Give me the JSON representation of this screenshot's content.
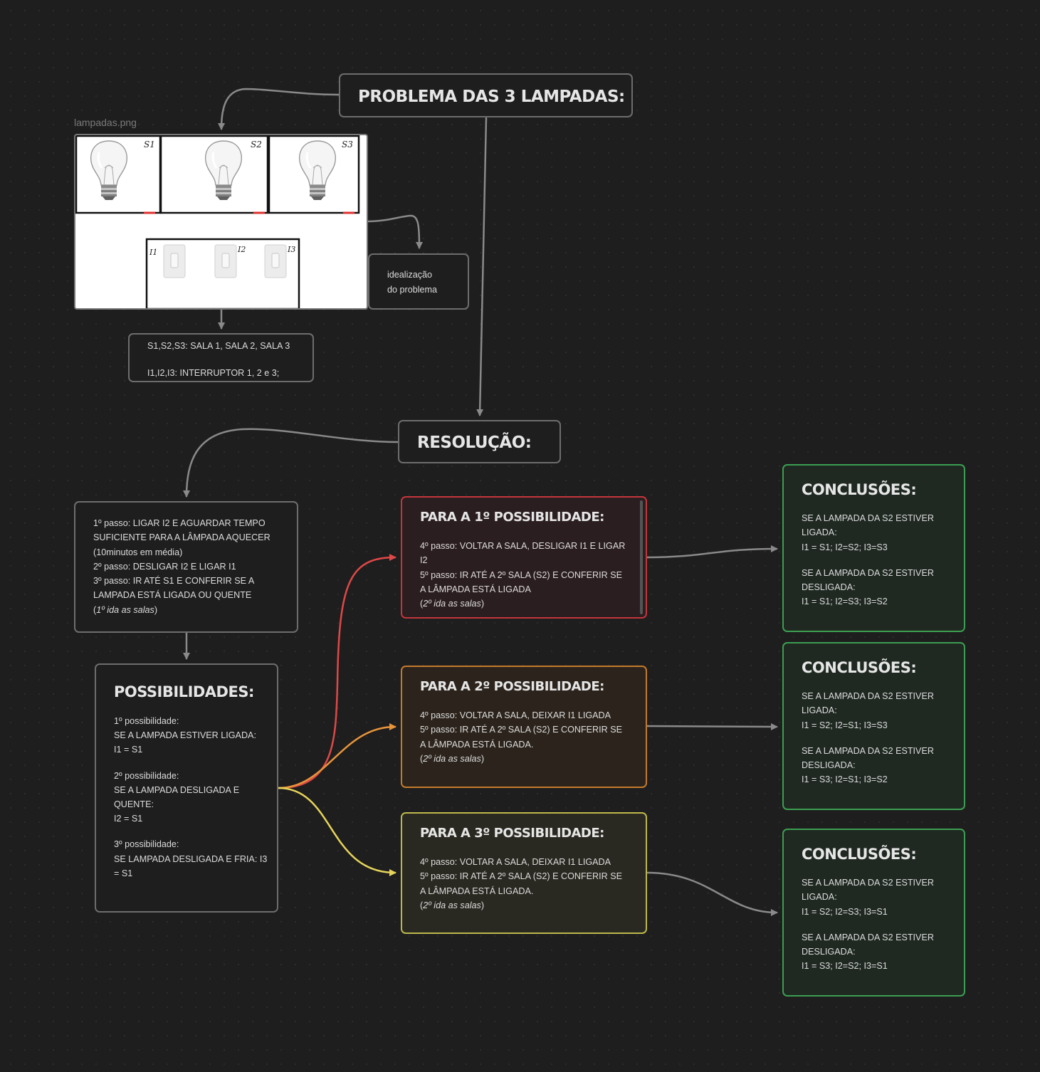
{
  "colors": {
    "background": "#1e1e1e",
    "edge_gray": "#8a8a8a",
    "red": "#e04848",
    "orange": "#e8953a",
    "yellow": "#e6d45a",
    "green": "#3c9e52"
  },
  "problema": {
    "title": "PROBLEMA DAS 3 LAMPADAS:"
  },
  "image": {
    "caption": "lampadas.png",
    "room_labels": [
      "S1",
      "S2",
      "S3"
    ],
    "switch_labels": [
      "I1",
      "I2",
      "I3"
    ]
  },
  "idealizacao": {
    "text": "idealização\ndo problema"
  },
  "legenda": {
    "line1": "S1,S2,S3: SALA 1, SALA 2, SALA 3",
    "line2": "I1,I2,I3: INTERRUPTOR 1, 2 e 3;"
  },
  "resolucao": {
    "title": "RESOLUÇÃO:"
  },
  "passos": {
    "text": "1º passo: LIGAR I2 E AGUARDAR TEMPO SUFICIENTE PARA A LÂMPADA AQUECER (10minutos em média)\n2º passo: DESLIGAR I2 E LIGAR I1\n3º passo: IR ATÉ S1 E CONFERIR SE A LAMPADA ESTÁ LIGADA OU QUENTE",
    "note": "1º ida as salas"
  },
  "possibilidades": {
    "title": "POSSIBILIDADES:",
    "items": [
      "1º possibilidade:\nSE A LAMPADA ESTIVER LIGADA:\nI1 = S1",
      "2º possibilidade:\nSE A LAMPADA DESLIGADA E QUENTE:\nI2 = S1",
      "3º possibilidade:\nSE LAMPADA DESLIGADA E FRIA: I3 = S1"
    ]
  },
  "para": [
    {
      "title": "PARA A 1º POSSIBILIDADE:",
      "steps": "4º passo: VOLTAR A SALA, DESLIGAR I1 E LIGAR I2\n5º passo: IR ATÉ A 2º SALA (S2) E CONFERIR SE A LÂMPADA ESTÁ LIGADA",
      "note": "2º ida as salas"
    },
    {
      "title": "PARA A 2º POSSIBILIDADE:",
      "steps": "4º passo: VOLTAR A SALA, DEIXAR I1 LIGADA\n5º passo: IR ATÉ A 2º SALA (S2) E CONFERIR SE A LÂMPADA ESTÁ LIGADA.",
      "note": "2º ida as salas"
    },
    {
      "title": "PARA A 3º POSSIBILIDADE:",
      "steps": "4º passo: VOLTAR A SALA, DEIXAR I1 LIGADA\n5º passo: IR ATÉ A 2º SALA (S2) E CONFERIR SE A LÂMPADA ESTÁ LIGADA.",
      "note": "2º ida as salas"
    }
  ],
  "conclusoes": [
    {
      "title": "CONCLUSÕES:",
      "a": "SE A LAMPADA DA S2 ESTIVER LIGADA:\nI1 = S1; I2=S2; I3=S3",
      "b": "SE A LAMPADA DA S2 ESTIVER DESLIGADA:\nI1 = S1; I2=S3; I3=S2"
    },
    {
      "title": "CONCLUSÕES:",
      "a": "SE A LAMPADA DA S2 ESTIVER LIGADA:\nI1 = S2; I2=S1; I3=S3",
      "b": "SE A LAMPADA DA S2 ESTIVER DESLIGADA:\nI1 = S3; I2=S1; I3=S2"
    },
    {
      "title": "CONCLUSÕES:",
      "a": "SE A LAMPADA DA S2 ESTIVER LIGADA:\nI1 = S2; I2=S3; I3=S1",
      "b": "SE A LAMPADA DA S2 ESTIVER DESLIGADA:\nI1 = S3; I2=S2; I3=S1"
    }
  ]
}
